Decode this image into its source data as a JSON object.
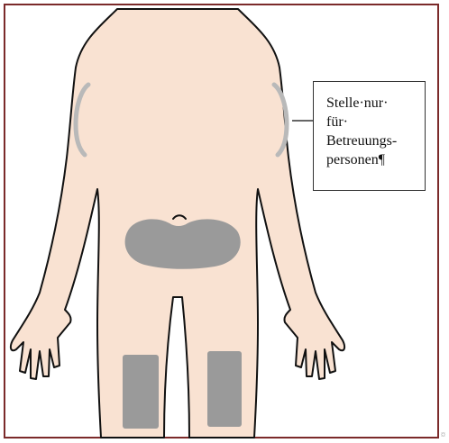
{
  "callout": {
    "lines": [
      "Stelle·nur·",
      "für·",
      "Betreuungs-",
      "personen¶"
    ]
  },
  "edge_mark": "¤",
  "colors": {
    "skin": "#f9e2d2",
    "outline": "#111111",
    "injection_area": "#9a9a9a",
    "upper_arm_outline": "#b9b9b9",
    "frame": "#7b2a2a"
  }
}
